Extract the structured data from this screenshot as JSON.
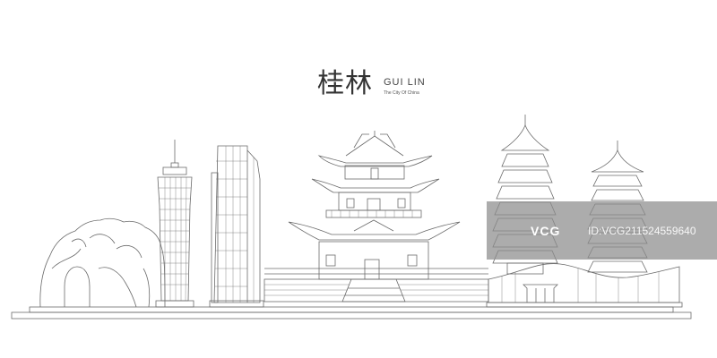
{
  "title": {
    "chinese": "桂林",
    "english": "GUI LIN",
    "subtitle": "The City Of China"
  },
  "watermark": {
    "logo": "VCG",
    "id_text": "ID:VCG211524559640"
  },
  "landmarks": [
    {
      "name": "Elephant Trunk Hill / rock arch"
    },
    {
      "name": "Cylindrical skyscraper tower"
    },
    {
      "name": "Glass office tower"
    },
    {
      "name": "Traditional Chinese pavilion (Dongxi Lane gate tower)"
    },
    {
      "name": "Sun and Moon Twin Pagodas"
    },
    {
      "name": "Modern curved-roof hall"
    }
  ],
  "colors": {
    "line": "#6b6b6b",
    "background": "#ffffff",
    "watermark_band": "#8c8c8c"
  }
}
